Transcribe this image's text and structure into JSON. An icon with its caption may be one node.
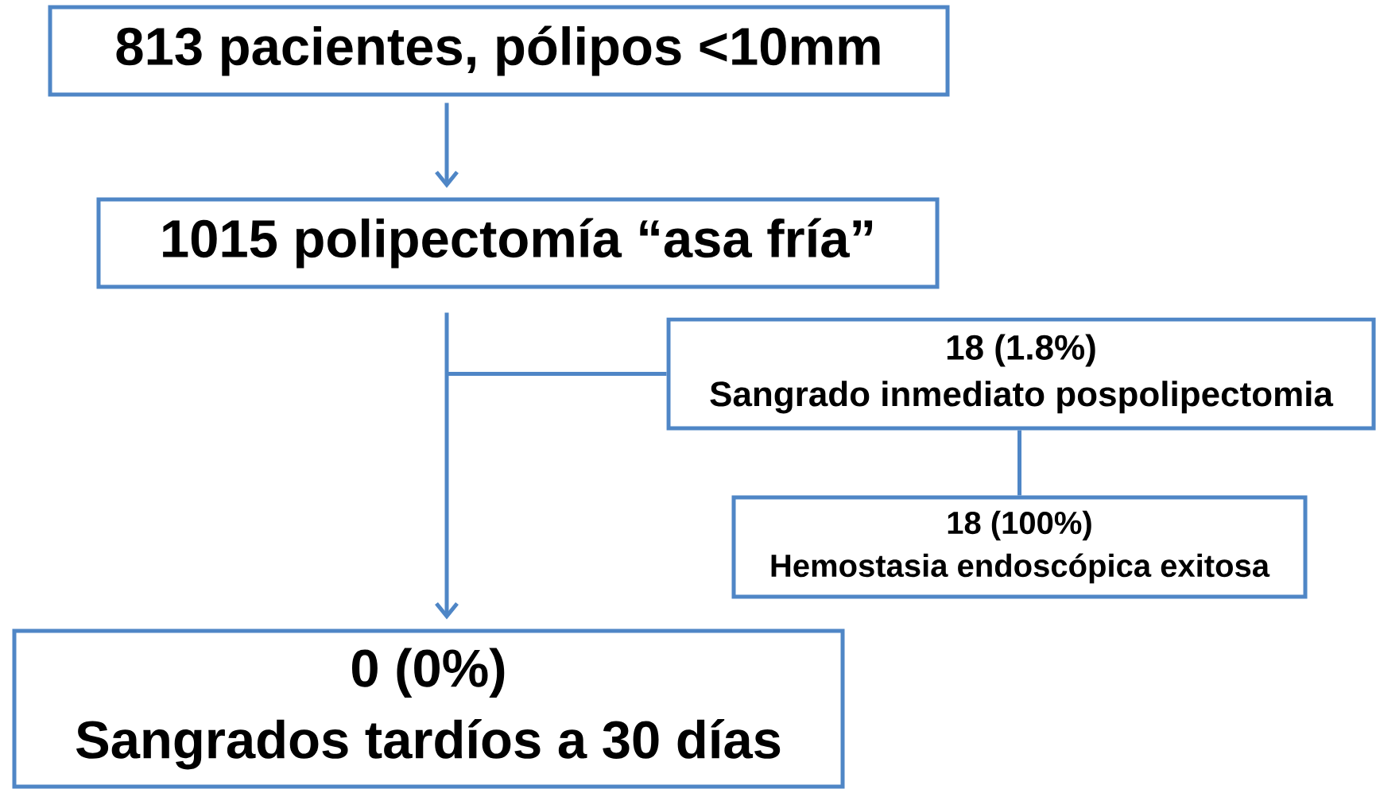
{
  "diagram": {
    "nodes": [
      {
        "text": [
          "813 pacientes, pólipos <10mm"
        ]
      },
      {
        "text": [
          "1015 polipectomía “asa fría”"
        ]
      },
      {
        "text": [
          "18 (1.8%)",
          "Sangrado inmediato pospolipectomia"
        ]
      },
      {
        "text": [
          "18 (100%)",
          "Hemostasia endoscópica exitosa"
        ]
      },
      {
        "text": [
          "0 (0%)",
          "Sangrados tardíos a 30 días"
        ]
      }
    ],
    "edges": [
      {
        "from": 0,
        "to": 1,
        "arrow": "to"
      },
      {
        "from": 1,
        "to": 4,
        "arrow": "to"
      },
      {
        "from": 1,
        "to": 2,
        "arrow": "none"
      },
      {
        "from": 2,
        "to": 3,
        "arrow": "none"
      }
    ]
  }
}
